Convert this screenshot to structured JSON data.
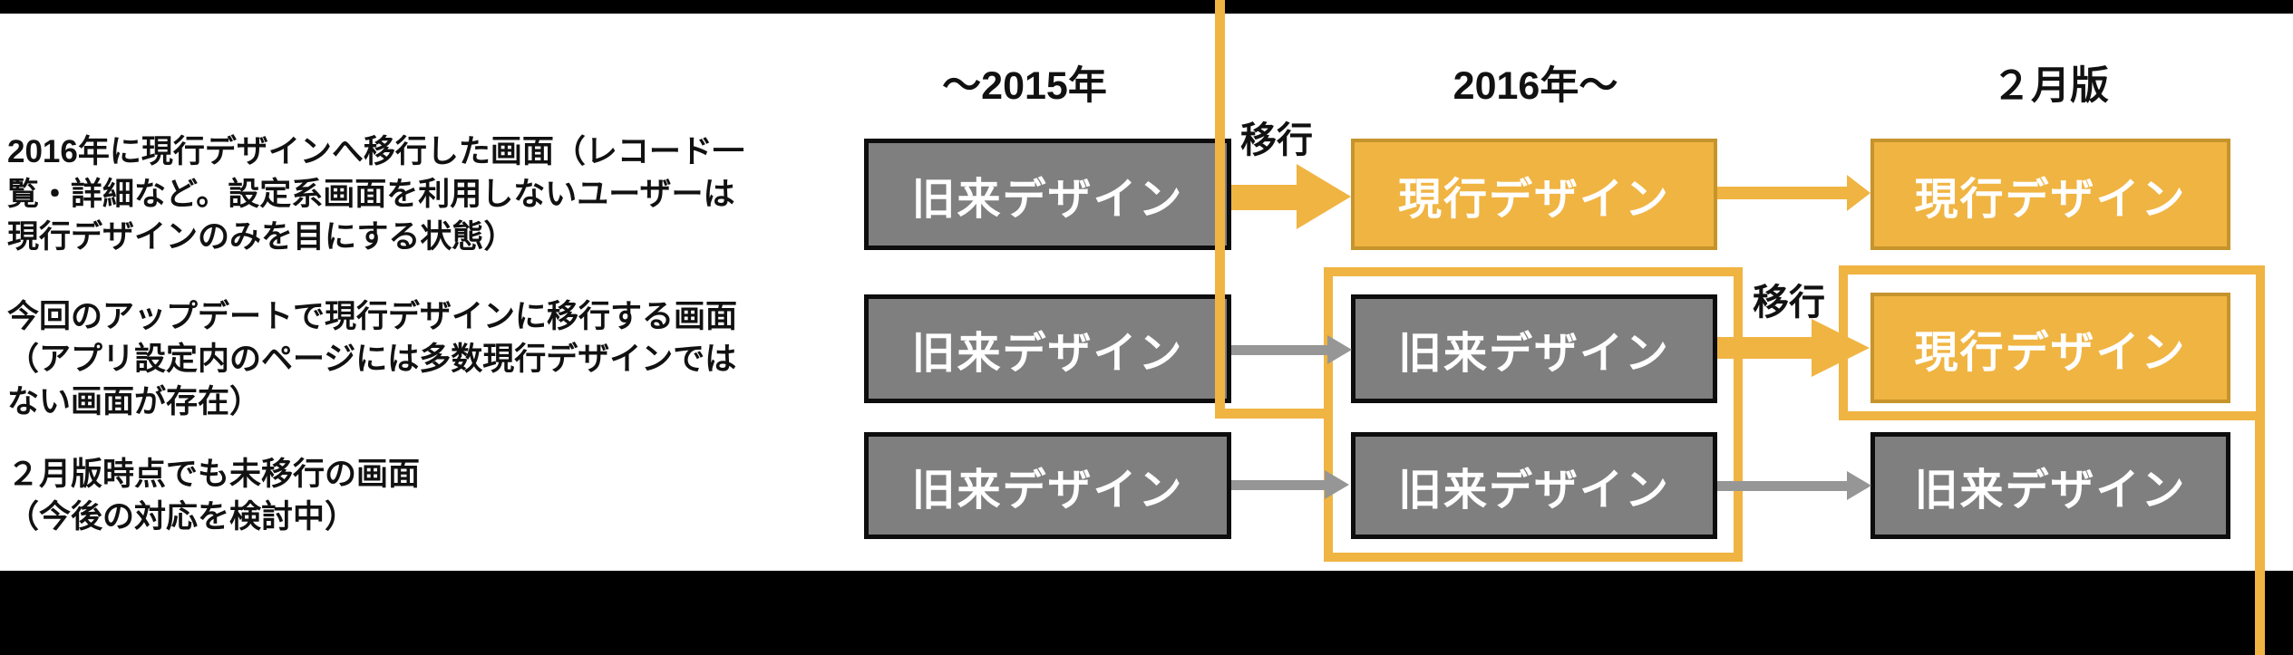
{
  "diagram_title": "design-migration-timeline",
  "colors": {
    "accent_orange": "#f0b442",
    "accent_orange_border": "#c5942c",
    "box_gray": "#7f7f7f",
    "box_gray_border": "#0d0d0d",
    "arrow_gray": "#969696",
    "frame_black": "#000000",
    "text_white": "#ffffff",
    "text_black": "#111111"
  },
  "columns": [
    {
      "label": "～2015年"
    },
    {
      "label": "2016年～"
    },
    {
      "label": "２月版"
    }
  ],
  "labels": {
    "migration": "移行"
  },
  "rows": [
    {
      "description_lines": [
        "2016年に現行デザインへ移行した画面（レコード一",
        "覧・詳細など。設定系画面を利用しないユーザーは",
        "現行デザインのみを目にする状態）"
      ],
      "cells": [
        {
          "label": "旧来デザイン",
          "variant": "old"
        },
        {
          "label": "現行デザイン",
          "variant": "current"
        },
        {
          "label": "現行デザイン",
          "variant": "current"
        }
      ],
      "arrows": [
        {
          "from": "col1",
          "to": "col2",
          "style": "orange-thick",
          "label": "移行"
        },
        {
          "from": "col2",
          "to": "col3",
          "style": "orange-thin",
          "label": ""
        }
      ]
    },
    {
      "description_lines": [
        "今回のアップデートで現行デザインに移行する画面",
        "（アプリ設定内のページには多数現行デザインでは",
        "ない画面が存在）"
      ],
      "cells": [
        {
          "label": "旧来デザイン",
          "variant": "old"
        },
        {
          "label": "旧来デザイン",
          "variant": "old"
        },
        {
          "label": "現行デザイン",
          "variant": "current"
        }
      ],
      "arrows": [
        {
          "from": "col1",
          "to": "col2",
          "style": "gray-thin",
          "label": ""
        },
        {
          "from": "col2",
          "to": "col3",
          "style": "orange-thick",
          "label": "移行"
        }
      ]
    },
    {
      "description_lines": [
        "２月版時点でも未移行の画面",
        "（今後の対応を検討中）"
      ],
      "cells": [
        {
          "label": "旧来デザイン",
          "variant": "old"
        },
        {
          "label": "旧来デザイン",
          "variant": "old"
        },
        {
          "label": "旧来デザイン",
          "variant": "old"
        }
      ],
      "arrows": [
        {
          "from": "col1",
          "to": "col2",
          "style": "gray-thin",
          "label": ""
        },
        {
          "from": "col2",
          "to": "col3",
          "style": "gray-thin",
          "label": ""
        }
      ]
    }
  ],
  "highlights": [
    {
      "target": "2016年～ column rows 2-3",
      "style": "orange-outline"
    },
    {
      "target": "２月版 column row 2",
      "style": "orange-outline"
    }
  ]
}
